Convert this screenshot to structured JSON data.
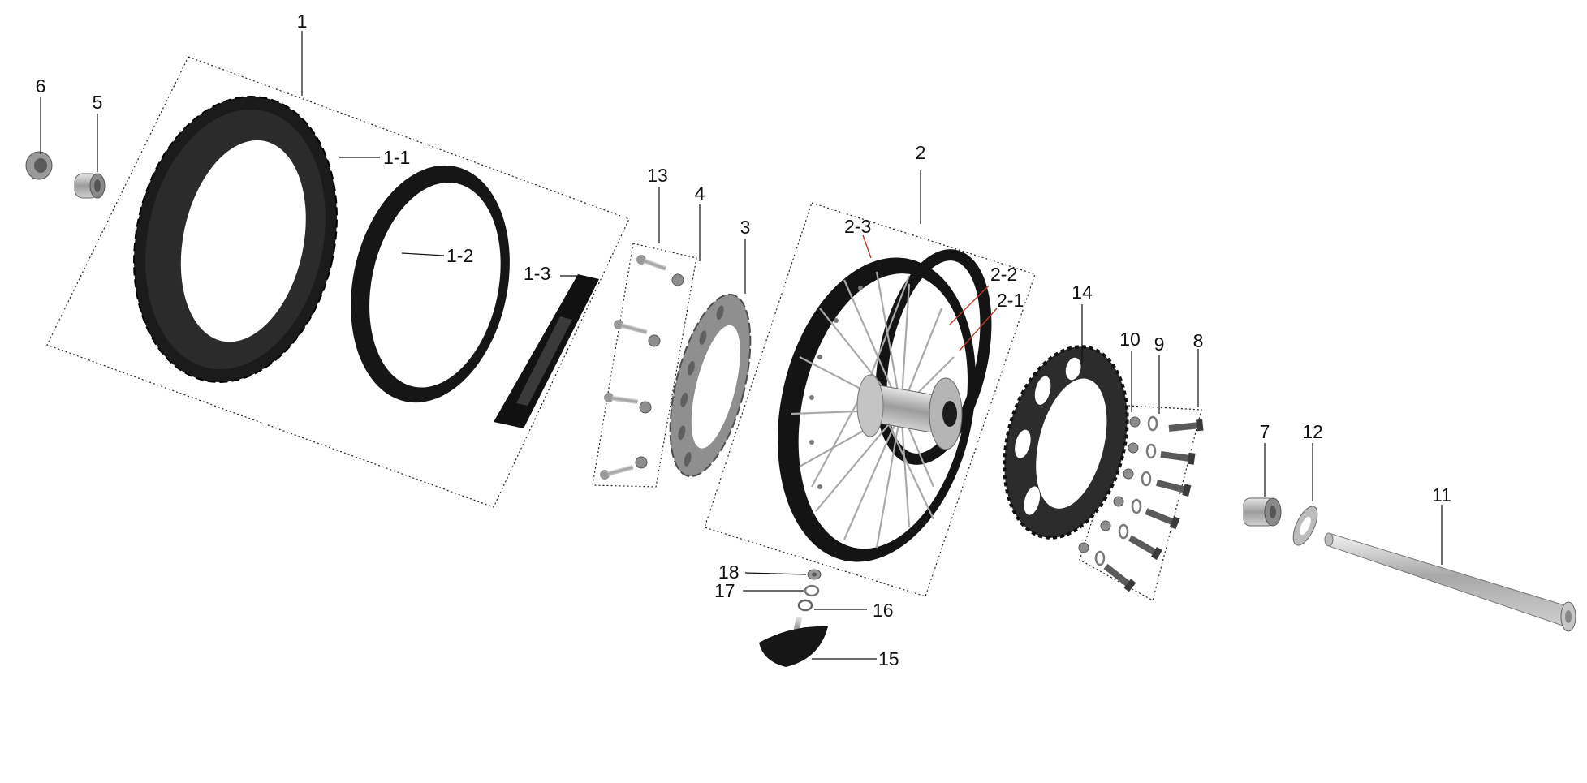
{
  "callouts": {
    "c1": "1",
    "c1_1": "1-1",
    "c1_2": "1-2",
    "c1_3": "1-3",
    "c2": "2",
    "c2_1": "2-1",
    "c2_2": "2-2",
    "c2_3": "2-3",
    "c3": "3",
    "c4": "4",
    "c5": "5",
    "c6": "6",
    "c7": "7",
    "c8": "8",
    "c9": "9",
    "c10": "10",
    "c11": "11",
    "c12": "12",
    "c13": "13",
    "c14": "14",
    "c15": "15",
    "c16": "16",
    "c17": "17",
    "c18": "18"
  },
  "colors": {
    "rubber": "#1b1b1b",
    "metal": "#b9b9b9",
    "metal_dark": "#7d7d7d",
    "leader_accent": "#c0392b"
  }
}
